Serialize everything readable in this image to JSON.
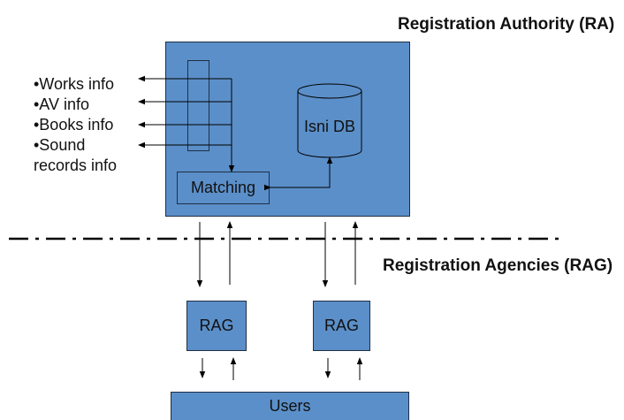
{
  "ra_heading": "Registration Authority (RA)",
  "rag_heading": "Registration Agencies (RAG)",
  "info_items": [
    "•Works info",
    "•AV info",
    "•Books info",
    "•Sound",
    "records info"
  ],
  "db_label": "Isni DB",
  "matching_label": "Matching",
  "rag_left_label": "RAG",
  "rag_right_label": "RAG",
  "users_label": "Users",
  "colors": {
    "box_fill": "#5b8fc9",
    "outline": "#1f2f45",
    "line": "#000000"
  }
}
